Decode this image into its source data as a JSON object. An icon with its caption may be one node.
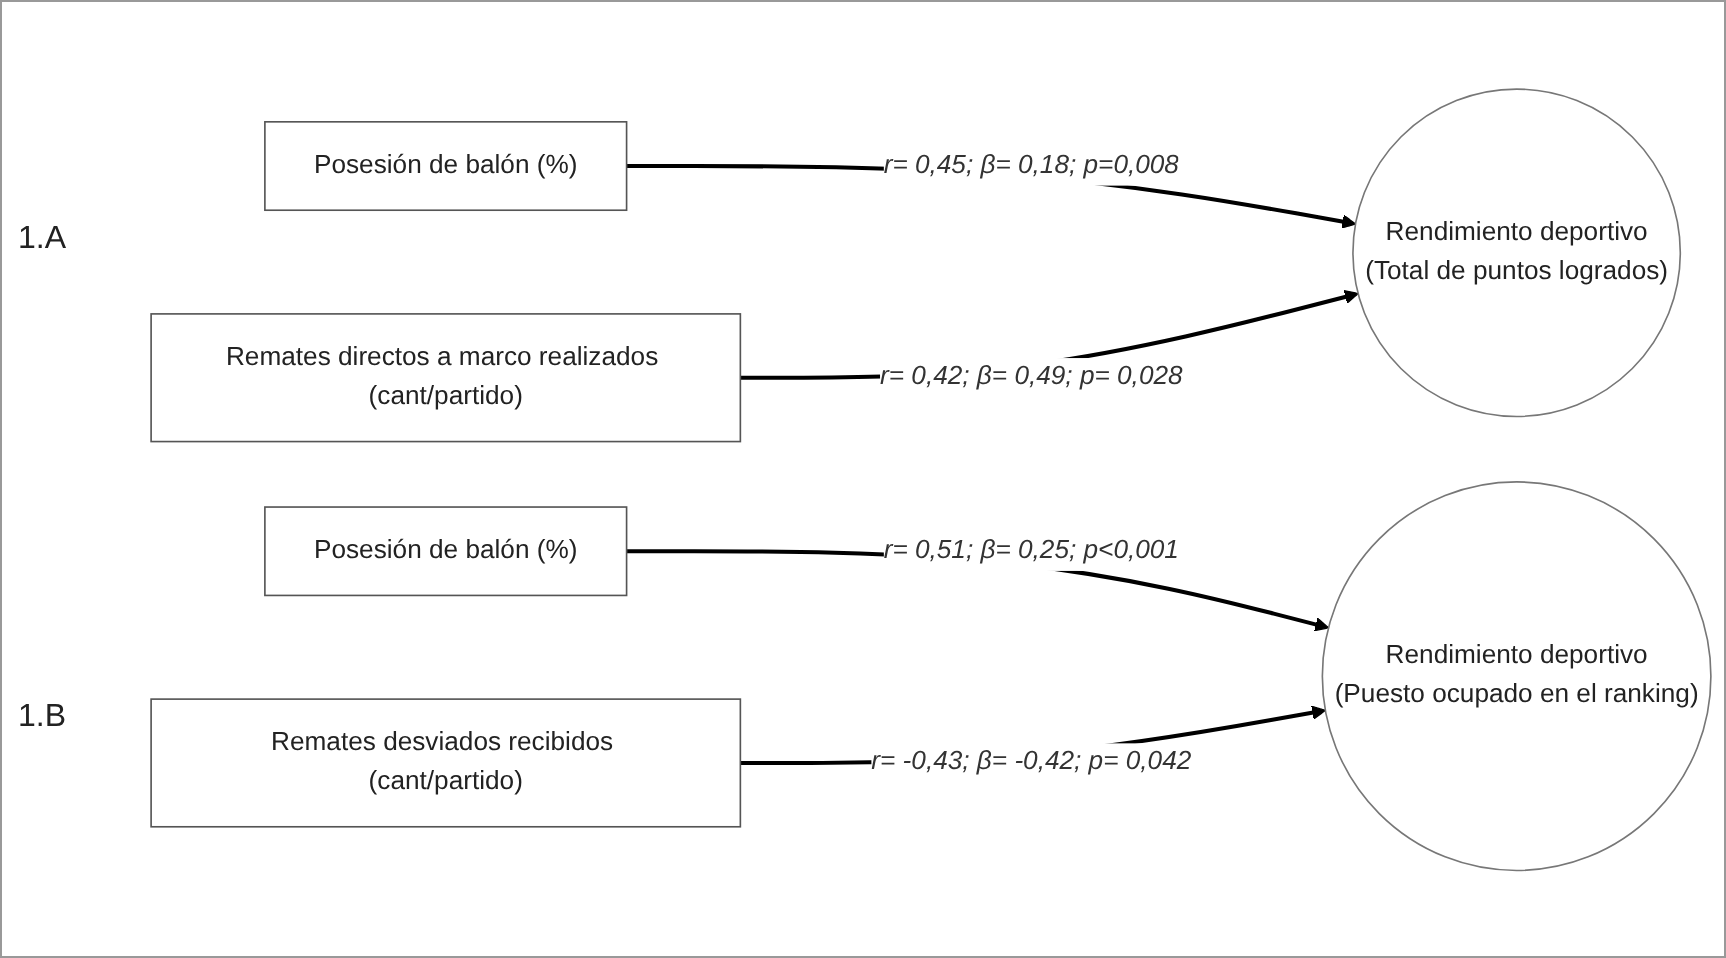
{
  "diagram": {
    "nodes": [
      {
        "text": [
          "Posesión de balón (%)"
        ]
      },
      {
        "text": [
          "Remates directos a marco realizados (cant/partido)"
        ]
      },
      {
        "text": [
          "Rendimiento deportivo",
          "(Total de puntos logrados)"
        ]
      },
      {
        "text": [
          "Posesión de balón (%)"
        ]
      },
      {
        "text": [
          "Remates desviados recibidos (cant/partido)"
        ]
      },
      {
        "text": [
          "Rendimiento deportivo",
          "(Puesto ocupado en el ranking)"
        ]
      }
    ],
    "edges": [
      {
        "from": 0,
        "to": 2,
        "arrow": "to",
        "label": "r= 0,45; β= 0,18; p=0,008"
      },
      {
        "from": 1,
        "to": 2,
        "arrow": "to",
        "label": "r= 0,42; β= 0,49; p= 0,028"
      },
      {
        "from": 3,
        "to": 5,
        "arrow": "to",
        "label": "r= 0,51; β= 0,25; p<0,001"
      },
      {
        "from": 4,
        "to": 5,
        "arrow": "to",
        "label": "r= -0,43; β= -0,42; p= 0,042"
      }
    ],
    "labels": [
      "1.A",
      "1.B"
    ]
  }
}
